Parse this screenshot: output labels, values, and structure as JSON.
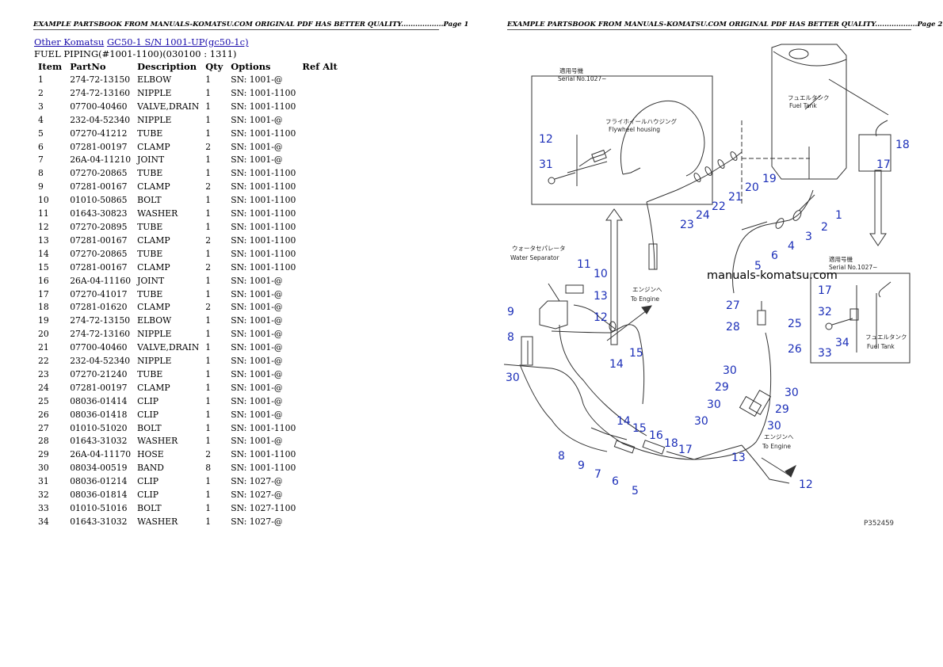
{
  "header": {
    "left": "EXAMPLE PARTSBOOK FROM MANUALS-KOMATSU.COM ORIGINAL PDF HAS BETTER QUALITY..................Page 1",
    "right": "EXAMPLE PARTSBOOK FROM MANUALS-KOMATSU.COM ORIGINAL PDF HAS BETTER QUALITY..................Page 2"
  },
  "breadcrumb": {
    "link1": "Other Komatsu",
    "link2": "GC50-1 S/N 1001-UP(gc50-1c)"
  },
  "subtitle": "FUEL PIPING(#1001-1100)(030100 : 1311)",
  "table": {
    "columns": [
      "Item",
      "PartNo",
      "Description",
      "Qty",
      "Options",
      "Ref Alt"
    ],
    "rows": [
      [
        "1",
        "274-72-13150",
        "ELBOW",
        "1",
        "SN: 1001-@"
      ],
      [
        "2",
        "274-72-13160",
        "NIPPLE",
        "1",
        "SN: 1001-1100"
      ],
      [
        "3",
        "07700-40460",
        "VALVE,DRAIN",
        "1",
        "SN: 1001-1100"
      ],
      [
        "4",
        "232-04-52340",
        "NIPPLE",
        "1",
        "SN: 1001-@"
      ],
      [
        "5",
        "07270-41212",
        "TUBE",
        "1",
        "SN: 1001-1100"
      ],
      [
        "6",
        "07281-00197",
        "CLAMP",
        "2",
        "SN: 1001-@"
      ],
      [
        "7",
        "26A-04-11210",
        "JOINT",
        "1",
        "SN: 1001-@"
      ],
      [
        "8",
        "07270-20865",
        "TUBE",
        "1",
        "SN: 1001-1100"
      ],
      [
        "9",
        "07281-00167",
        "CLAMP",
        "2",
        "SN: 1001-1100"
      ],
      [
        "10",
        "01010-50865",
        "BOLT",
        "1",
        "SN: 1001-1100"
      ],
      [
        "11",
        "01643-30823",
        "WASHER",
        "1",
        "SN: 1001-1100"
      ],
      [
        "12",
        "07270-20895",
        "TUBE",
        "1",
        "SN: 1001-1100"
      ],
      [
        "13",
        "07281-00167",
        "CLAMP",
        "2",
        "SN: 1001-1100"
      ],
      [
        "14",
        "07270-20865",
        "TUBE",
        "1",
        "SN: 1001-1100"
      ],
      [
        "15",
        "07281-00167",
        "CLAMP",
        "2",
        "SN: 1001-1100"
      ],
      [
        "16",
        "26A-04-11160",
        "JOINT",
        "1",
        "SN: 1001-@"
      ],
      [
        "17",
        "07270-41017",
        "TUBE",
        "1",
        "SN: 1001-@"
      ],
      [
        "18",
        "07281-01620",
        "CLAMP",
        "2",
        "SN: 1001-@"
      ],
      [
        "19",
        "274-72-13150",
        "ELBOW",
        "1",
        "SN: 1001-@"
      ],
      [
        "20",
        "274-72-13160",
        "NIPPLE",
        "1",
        "SN: 1001-@"
      ],
      [
        "21",
        "07700-40460",
        "VALVE,DRAIN",
        "1",
        "SN: 1001-@"
      ],
      [
        "22",
        "232-04-52340",
        "NIPPLE",
        "1",
        "SN: 1001-@"
      ],
      [
        "23",
        "07270-21240",
        "TUBE",
        "1",
        "SN: 1001-@"
      ],
      [
        "24",
        "07281-00197",
        "CLAMP",
        "1",
        "SN: 1001-@"
      ],
      [
        "25",
        "08036-01414",
        "CLIP",
        "1",
        "SN: 1001-@"
      ],
      [
        "26",
        "08036-01418",
        "CLIP",
        "1",
        "SN: 1001-@"
      ],
      [
        "27",
        "01010-51020",
        "BOLT",
        "1",
        "SN: 1001-1100"
      ],
      [
        "28",
        "01643-31032",
        "WASHER",
        "1",
        "SN: 1001-@"
      ],
      [
        "29",
        "26A-04-11170",
        "HOSE",
        "2",
        "SN: 1001-1100"
      ],
      [
        "30",
        "08034-00519",
        "BAND",
        "8",
        "SN: 1001-1100"
      ],
      [
        "31",
        "08036-01214",
        "CLIP",
        "1",
        "SN: 1027-@"
      ],
      [
        "32",
        "08036-01814",
        "CLIP",
        "1",
        "SN: 1027-@"
      ],
      [
        "33",
        "01010-51016",
        "BOLT",
        "1",
        "SN: 1027-1100"
      ],
      [
        "34",
        "01643-31032",
        "WASHER",
        "1",
        "SN: 1027-@"
      ]
    ]
  },
  "diagram": {
    "watermark": "manuals-komatsu.com",
    "part_code": "P352459",
    "labels": {
      "serial_jp": "適用号機",
      "serial_no": "Serial No.1027~",
      "flywheel_jp": "フライホイールハウジング",
      "flywheel": "Flywheel housing",
      "fuel_tank_jp": "フュエルタンク",
      "fuel_tank": "Fuel Tank",
      "water_sep_jp": "ウォータセパレータ",
      "water_sep": "Water Separator",
      "engine_jp": "エンジンへ",
      "to_engine": "To Engine"
    },
    "callouts": {
      "c12a": "12",
      "c31": "31",
      "c19": "19",
      "c20": "20",
      "c21": "21",
      "c22": "22",
      "c24": "24",
      "c23": "23",
      "c18a": "18",
      "c17a": "17",
      "c1": "1",
      "c2": "2",
      "c3": "3",
      "c4": "4",
      "c6a": "6",
      "c5a": "5",
      "c11": "11",
      "c10": "10",
      "c9a": "9",
      "c8a": "8",
      "c13a": "13",
      "c12b": "12",
      "c15a": "15",
      "c14a": "14",
      "c30a": "30",
      "c27": "27",
      "c28": "28",
      "c25": "25",
      "c26": "26",
      "c30b": "30",
      "c29a": "29",
      "c30c": "30",
      "c30d": "30",
      "c29b": "29",
      "c30e": "30",
      "c30f": "30",
      "c14b": "14",
      "c15b": "15",
      "c16": "16",
      "c18b": "18",
      "c17b": "17",
      "c8b": "8",
      "c9b": "9",
      "c7": "7",
      "c6b": "6",
      "c5b": "5",
      "c13b": "13",
      "c12c": "12",
      "c17c": "17",
      "c32": "32",
      "c33": "33",
      "c34": "34"
    }
  }
}
